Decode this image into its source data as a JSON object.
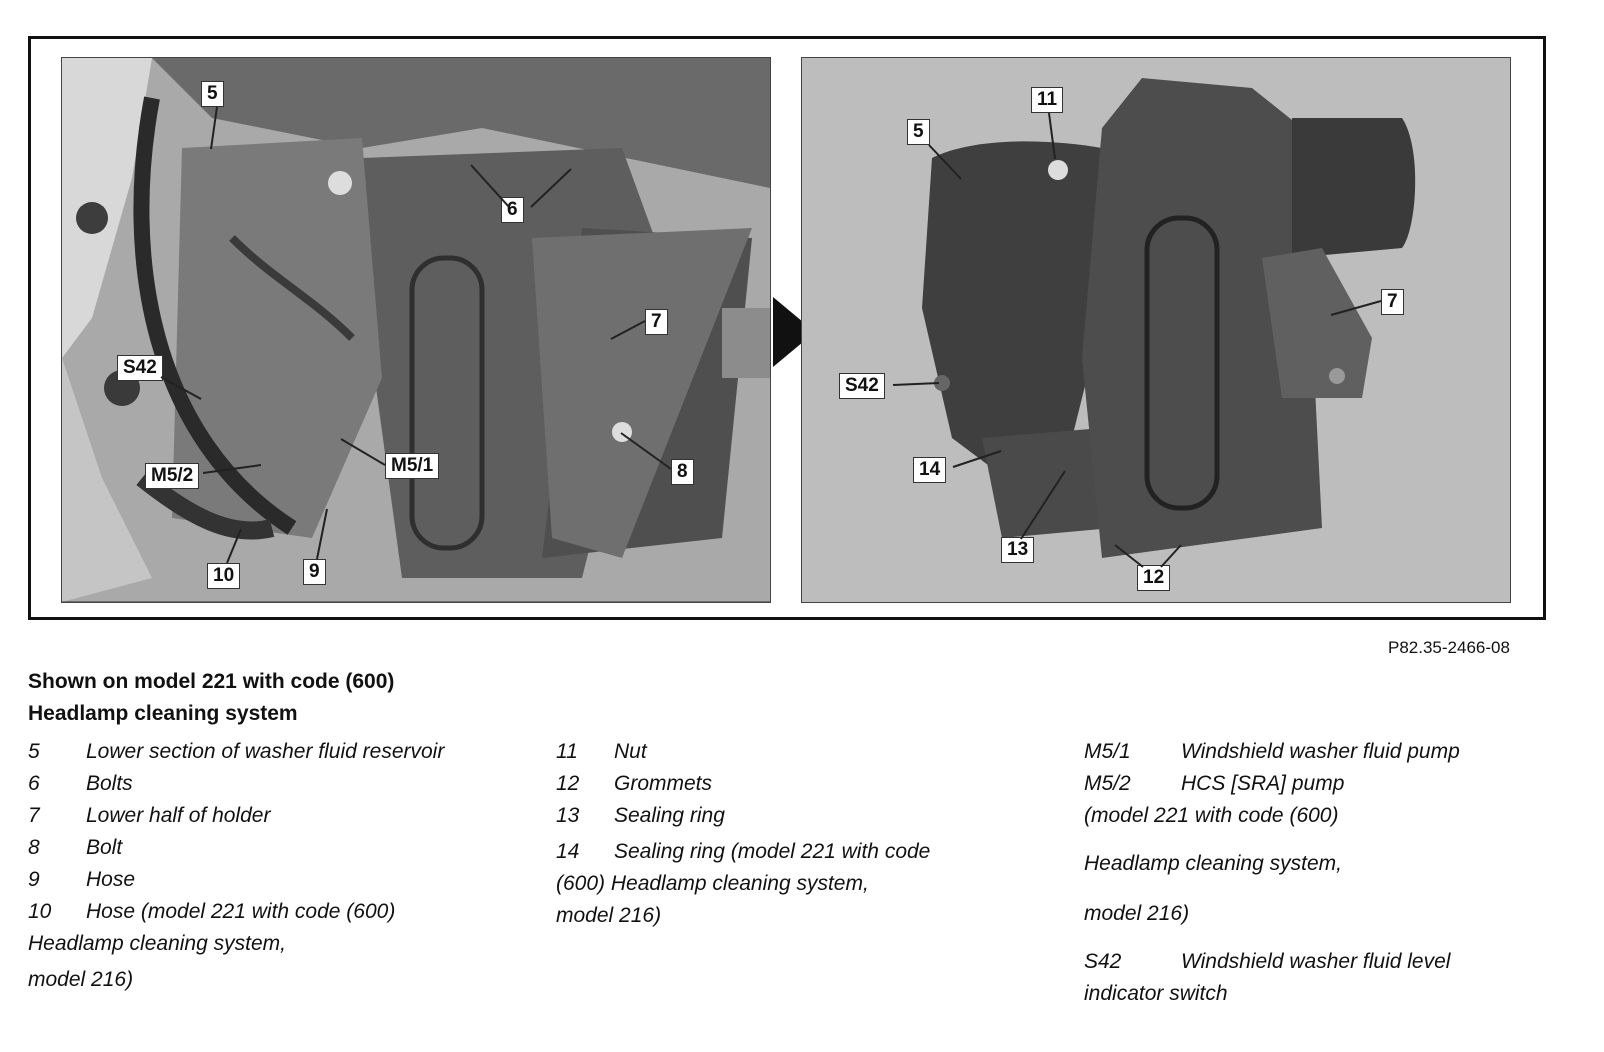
{
  "figure": {
    "reference_code": "P82.35-2466-08",
    "left_callouts": [
      "5",
      "6",
      "7",
      "8",
      "9",
      "10",
      "S42",
      "M5/1",
      "M5/2"
    ],
    "right_callouts": [
      "5",
      "7",
      "11",
      "12",
      "13",
      "14",
      "S42"
    ]
  },
  "caption": {
    "line1": "Shown on model 221 with code (600)",
    "line2": "Headlamp cleaning system"
  },
  "legend_col1": [
    {
      "num": "5",
      "text": "Lower section of washer fluid reservoir"
    },
    {
      "num": "6",
      "text": "Bolts"
    },
    {
      "num": "7",
      "text": "Lower half of holder"
    },
    {
      "num": "8",
      "text": "Bolt"
    },
    {
      "num": "9",
      "text": "Hose"
    },
    {
      "num": "10",
      "text": "Hose (model 221 with code (600)"
    }
  ],
  "legend_col1_cont": [
    "Headlamp cleaning system,",
    "model 216)"
  ],
  "legend_col2": [
    {
      "num": "11",
      "text": "Nut"
    },
    {
      "num": "12",
      "text": "Grommets"
    },
    {
      "num": "13",
      "text": "Sealing ring"
    },
    {
      "num": "14",
      "text": "Sealing ring (model 221 with code"
    }
  ],
  "legend_col2_cont": [
    "(600) Headlamp cleaning system,",
    "model 216)"
  ],
  "legend_col3": [
    {
      "num": "M5/1",
      "text": "Windshield washer fluid pump"
    },
    {
      "num": "M5/2",
      "text": "HCS [SRA] pump"
    }
  ],
  "legend_col3_cont": [
    "(model 221 with code (600)",
    "Headlamp cleaning system,",
    "model 216)"
  ],
  "legend_col3_s42": {
    "num": "S42",
    "text": "Windshield washer fluid level",
    "cont": "indicator switch"
  }
}
